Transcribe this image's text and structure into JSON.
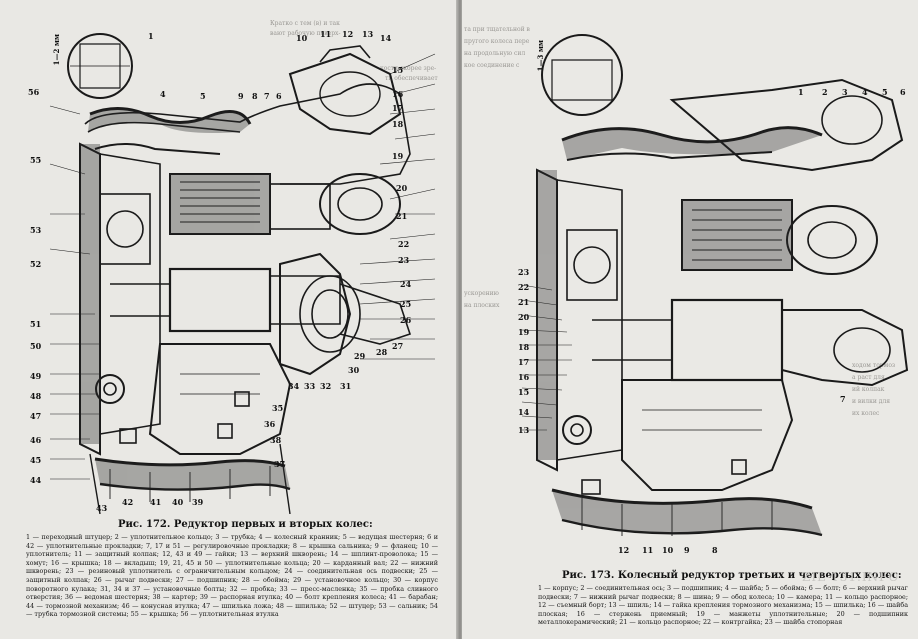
{
  "left_page": {
    "figure_title": "Рис. 172. Редуктор первых и вторых колес:",
    "scale_label": "1—2 мм",
    "callouts_left": [
      "56",
      "55",
      "53",
      "52",
      "51",
      "50",
      "49",
      "48",
      "47",
      "46",
      "45",
      "44"
    ],
    "callouts_top": [
      "4",
      "5",
      "1",
      "9",
      "8",
      "7",
      "6",
      "10",
      "11",
      "12",
      "13",
      "14"
    ],
    "callouts_right": [
      "15",
      "16",
      "17",
      "18",
      "19",
      "20",
      "21",
      "22",
      "23",
      "24",
      "25",
      "26",
      "27",
      "28",
      "29",
      "30",
      "31",
      "32",
      "33",
      "34",
      "35",
      "36",
      "37",
      "38",
      "39",
      "40",
      "41",
      "42",
      "43"
    ],
    "legend": "1 — переходный штуцер; 2 — уплотнительное кольцо; 3 — трубка; 4 — колесный кранник; 5 — ведущая шестерня; 6 и 42 — уплотнительные прокладки; 7, 17 и 51 — регулировочные прокладки; 8 — крышка сальника; 9 — фланец; 10 — уплотнитель; 11 — защитный колпак; 12, 43 и 49 — гайки; 13 — верхний шкворень; 14 — шплинт-проволока; 15 — хомут; 16 — крышка; 18 — вкладыш; 19, 21, 45 и 50 — уплотнительные кольца; 20 — карданный вал; 22 — нижний шкворень; 23 — резиновый уплотнитель с ограничительным кольцом; 24 — соединительная ось подвески; 25 — защитный колпак; 26 — рычаг подвески; 27 — подшипник; 28 — обойма; 29 — установочное кольцо; 30 — корпус поворотного кулака; 31, 34 и 37 — установочные болты; 32 — пробка; 33 — пресс-масленка; 35 — пробка сливного отверстия; 36 — ведомая шестерня; 38 — картер; 39 — распорная втулка; 40 — болт крепления колеса; 41 — барабан; 44 — тормозной механизм; 46 — конусная втулка; 47 — шпилька ложа; 48 — шпилька; 52 — штуцер; 53 — сальник; 54 — трубка тормозной системы; 55 — крышка; 56 — уплотнительная втулка"
  },
  "right_page": {
    "figure_title": "Рис. 173. Колесный редуктор третьих и четвертых колес:",
    "scale_label": "1—3 мм",
    "callouts_top": [
      "1",
      "2",
      "3",
      "4",
      "5",
      "6"
    ],
    "callouts_left": [
      "23",
      "22",
      "21",
      "20",
      "19",
      "18",
      "17",
      "16",
      "15",
      "14",
      "13"
    ],
    "callouts_bottom": [
      "12",
      "11",
      "10",
      "9",
      "8",
      "7"
    ],
    "legend": "1 — корпус; 2 — соединительная ось; 3 — подшипник; 4 — шайба; 5 — обойма; 6 — болт; 6 — верхний рычаг подвески; 7 — нижний рычаг подвески; 8 — шина; 9 — обод колеса; 10 — камера; 11 — кольцо распорное; 12 — съемный борт; 13 — шпиль; 14 — гайка крепления тормозного механизма; 15 — шпилька; 16 — шайба плоская; 16 — стержень приемный; 19 — манжеты уплотнительные; 20 — подшипник металлокерамический; 21 — кольцо распорное; 22 — контргайка; 23 — шайба стопорная",
    "watermark": "ZIL-131.INFO"
  },
  "bleed_text": {
    "left": [
      "Кратко с тем (в) и так",
      "вают рабочую поверх-",
      "кости скорее зре-",
      "ти обеспечивает"
    ],
    "right": [
      "та при тщательной в",
      "пругого колеса пере",
      "на продольную сил",
      "кое соединение с",
      "ускорению",
      "на плоских",
      "ходом тормоз",
      "а раст для",
      "ий колпак",
      "и вилки для",
      "их колес"
    ]
  }
}
